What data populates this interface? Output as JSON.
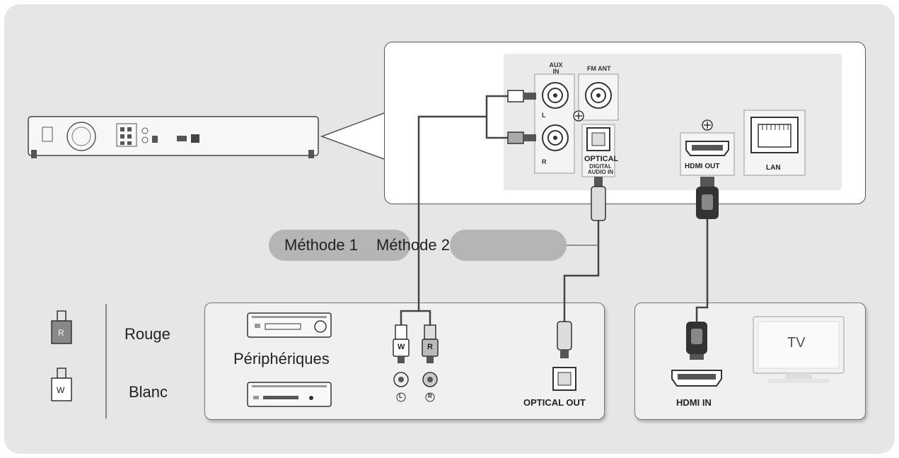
{
  "legend": {
    "red_letter": "R",
    "red_label": "Rouge",
    "white_letter": "W",
    "white_label": "Blanc"
  },
  "methods": {
    "method1": "Méthode 1",
    "method2": "Méthode 2"
  },
  "panel": {
    "aux_in": "AUX IN",
    "fm_ant": "FM ANT",
    "port_l": "L",
    "port_r": "R",
    "optical": "OPTICAL",
    "digital_audio_in": "DIGITAL AUDIO IN",
    "hdmi_out": "HDMI OUT",
    "lan": "LAN"
  },
  "devices": {
    "peripherals": "Périphériques",
    "plug_w": "W",
    "plug_r": "R",
    "jack_l": "L",
    "jack_r": "R",
    "optical_out": "OPTICAL OUT"
  },
  "tv": {
    "label": "TV",
    "hdmi_in": "HDMI IN"
  },
  "colors": {
    "frame": "#e6e6e6",
    "pill": "#b5b5b5",
    "red_plug": "#8a8a8a",
    "white_plug": "#ffffff"
  }
}
